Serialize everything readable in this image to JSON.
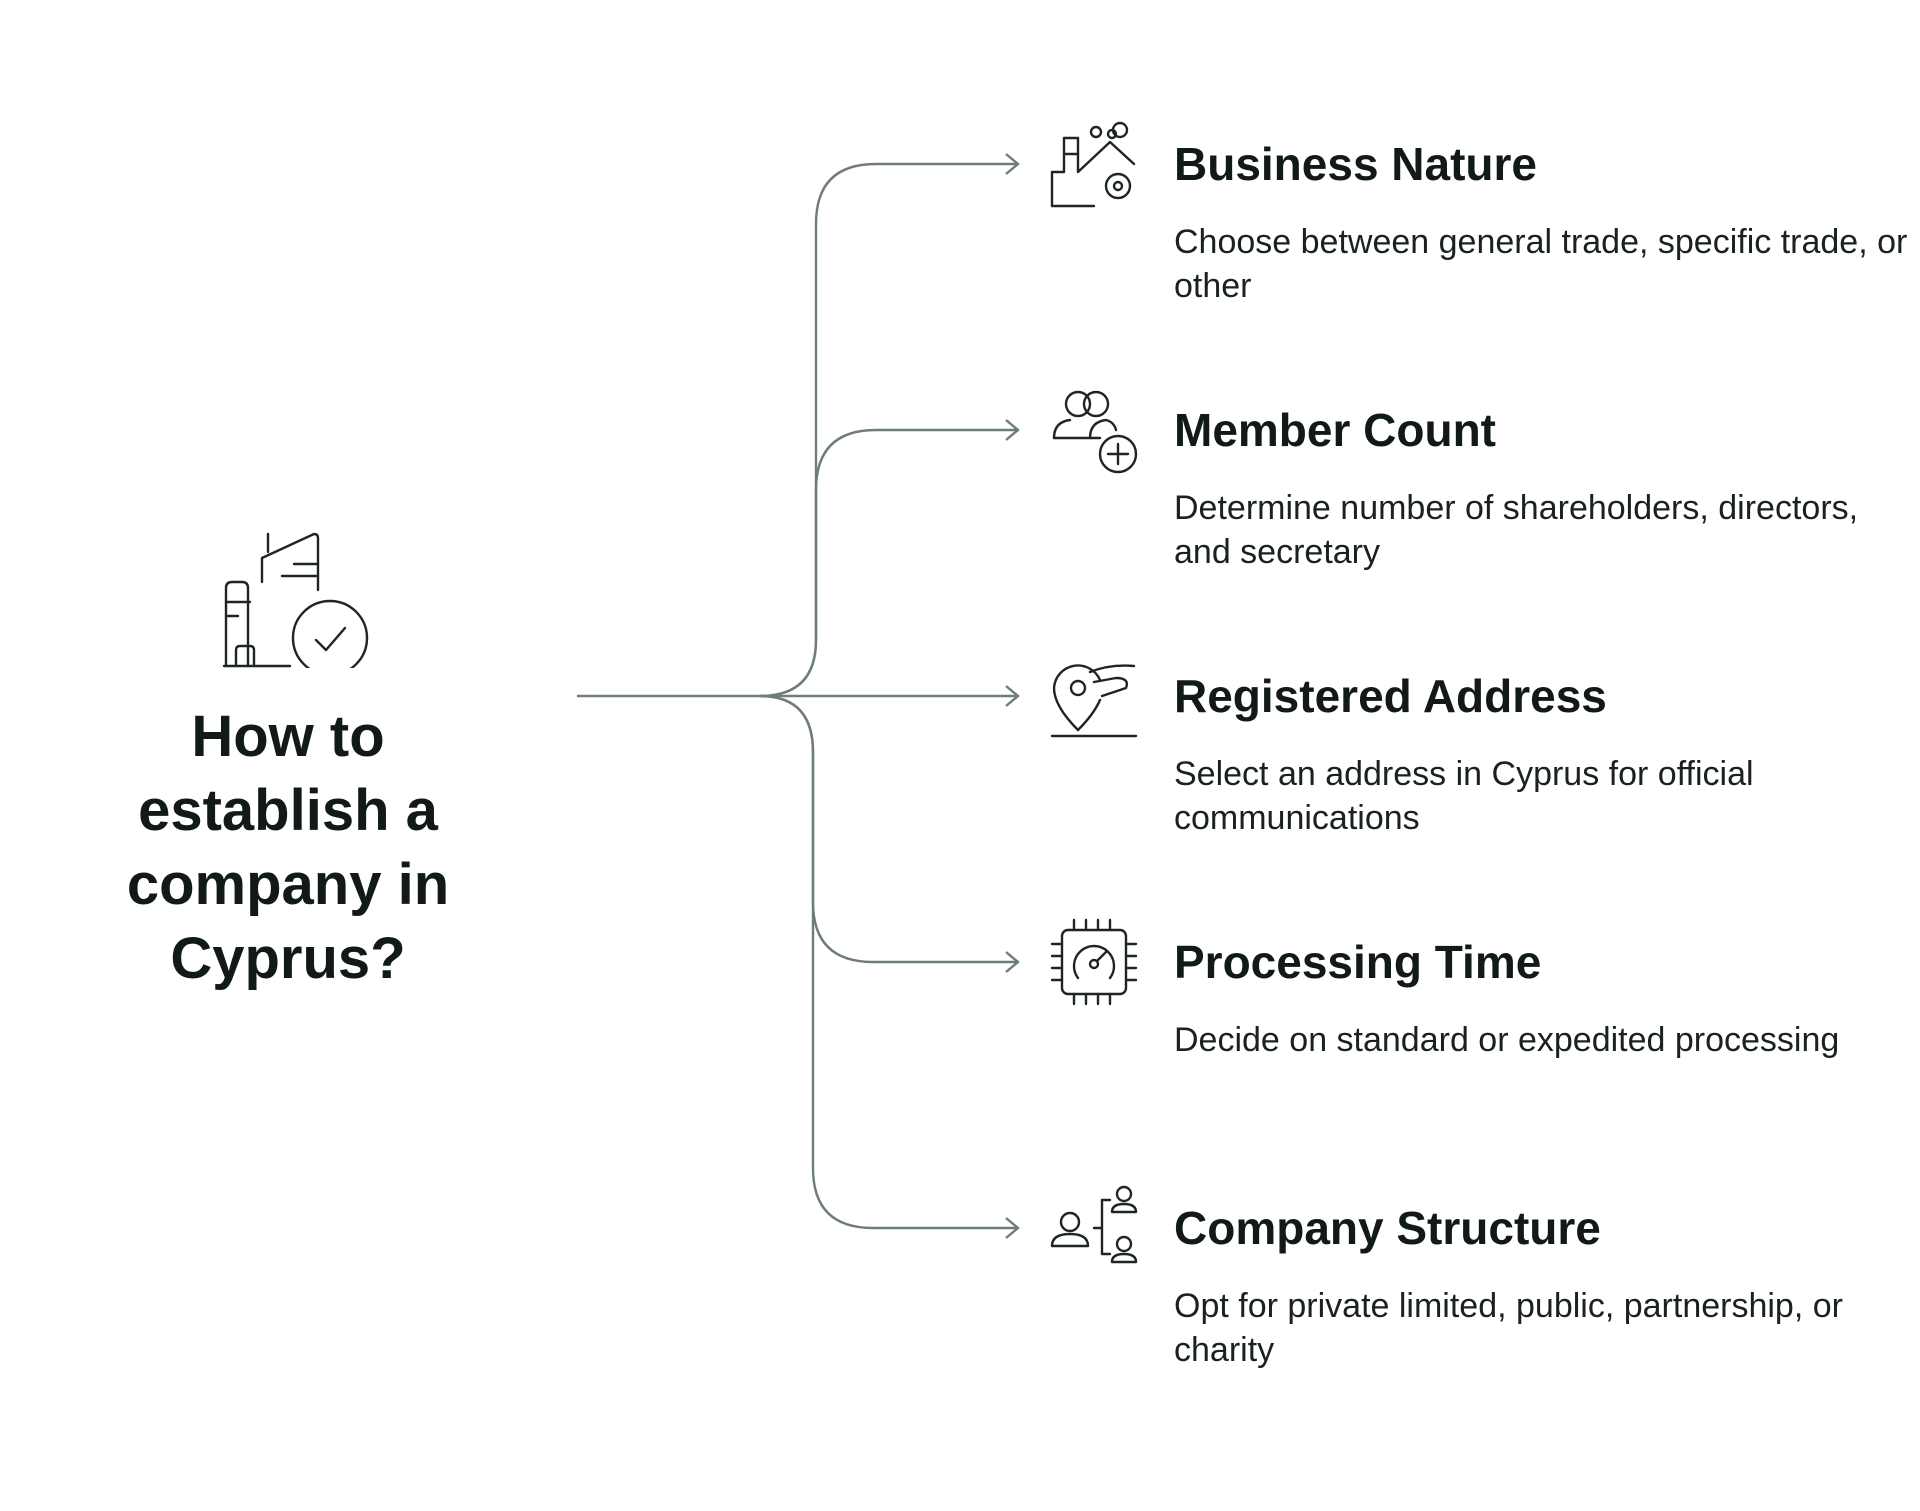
{
  "title": "How to establish a company in Cyprus?",
  "colors": {
    "text": "#111a16",
    "connector": "#6f7d77"
  },
  "main_icon": "building-check-icon",
  "items": [
    {
      "heading": "Business Nature",
      "description": "Choose between general trade, specific trade, or other",
      "icon": "factory-gear-icon"
    },
    {
      "heading": "Member Count",
      "description": "Determine number of shareholders, directors, and secretary",
      "icon": "users-add-icon"
    },
    {
      "heading": "Registered Address",
      "description": "Select an address in Cyprus for official communications",
      "icon": "location-pin-hand-icon"
    },
    {
      "heading": "Processing Time",
      "description": "Decide on standard or expedited processing",
      "icon": "chip-gauge-icon"
    },
    {
      "heading": "Company Structure",
      "description": "Opt for private limited, public, partnership, or charity",
      "icon": "org-structure-icon"
    }
  ]
}
